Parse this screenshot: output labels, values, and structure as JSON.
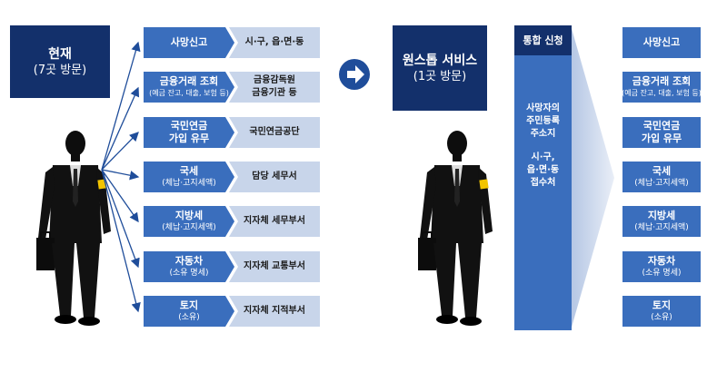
{
  "left": {
    "header": {
      "title": "현재",
      "subtitle": "(7곳 방문)"
    },
    "rows": [
      {
        "label": "사망신고",
        "sub": "",
        "agency": [
          "시·구, 읍·면·동"
        ]
      },
      {
        "label": "금융거래 조회",
        "sub": "(예금 잔고, 대출, 보험 등)",
        "agency": [
          "금융감독원",
          "금융기관 등"
        ]
      },
      {
        "label": "국민연금",
        "sub": "가입 유무",
        "agency": [
          "국민연금공단"
        ]
      },
      {
        "label": "국세",
        "sub": "(체납·고지세액)",
        "agency": [
          "담당 세무서"
        ]
      },
      {
        "label": "지방세",
        "sub": "(체납·고지세액)",
        "agency": [
          "지자체 세무부서"
        ]
      },
      {
        "label": "자동차",
        "sub": "(소유 명세)",
        "agency": [
          "지자체 교통부서"
        ]
      },
      {
        "label": "토지",
        "sub": "(소유)",
        "agency": [
          "지자체 지적부서"
        ]
      }
    ]
  },
  "right": {
    "header": {
      "title": "원스톱 서비스",
      "subtitle": "(1곳 방문)"
    },
    "integrated": {
      "title": "통합 신청",
      "body_lines": [
        "사망자의",
        "주민등록",
        "주소지"
      ],
      "body_lines2": [
        "시·구,",
        "읍·면·동",
        "접수처"
      ]
    },
    "rows": [
      {
        "label": "사망신고",
        "sub": ""
      },
      {
        "label": "금융거래 조회",
        "sub": "(예금 잔고, 대출, 보험 등)"
      },
      {
        "label": "국민연금",
        "sub": "가입 유무"
      },
      {
        "label": "국세",
        "sub": "(체납·고지세액)"
      },
      {
        "label": "지방세",
        "sub": "(체납·고지세액)"
      },
      {
        "label": "자동차",
        "sub": "(소유 명세)"
      },
      {
        "label": "토지",
        "sub": "(소유)"
      }
    ]
  },
  "colors": {
    "navy": "#13306b",
    "blue": "#3a6ebd",
    "light": "#c8d5ea",
    "arrow": "#1f4d9a"
  },
  "icons": [
    "person-silhouette-icon",
    "arrow-right-circle-icon"
  ]
}
